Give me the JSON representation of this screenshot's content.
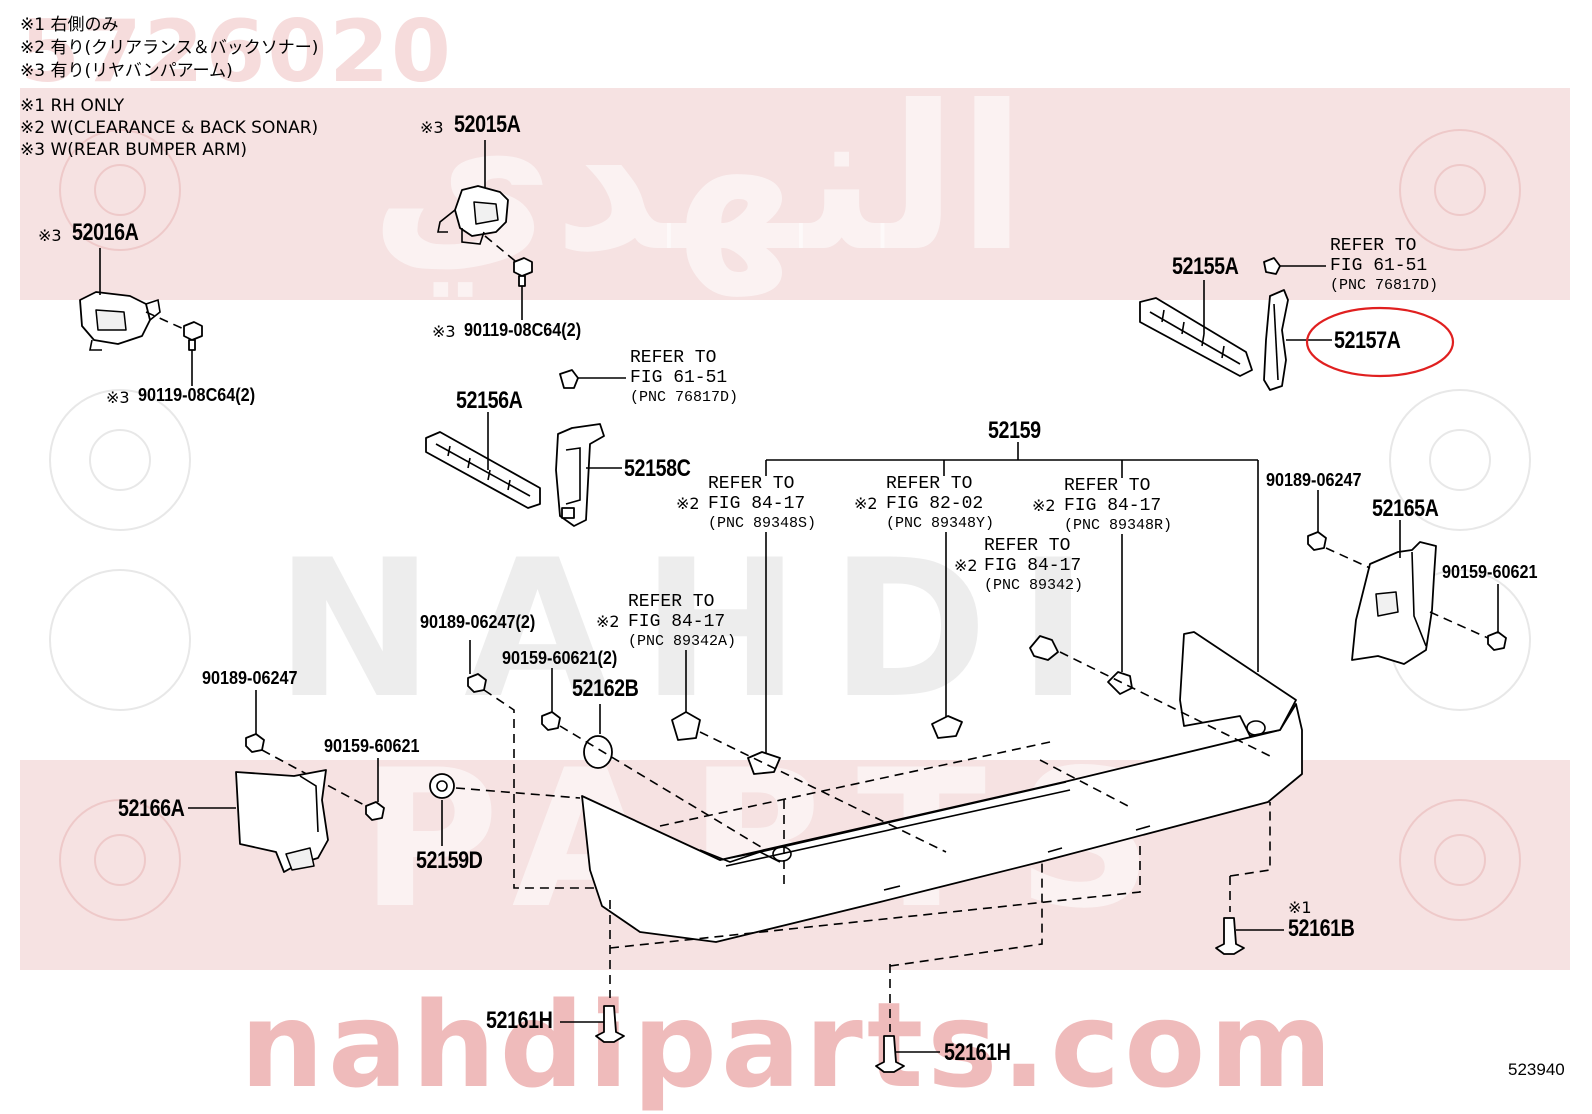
{
  "notes": {
    "jp": [
      "※1 右側のみ",
      "※2 有り(クリアランス＆バックソナー)",
      "※3 有り(リヤバンパアーム)"
    ],
    "en": [
      "※1 RH ONLY",
      "※2 W(CLEARANCE & BACK SONAR)",
      "※3 W(REAR BUMPER ARM)"
    ]
  },
  "watermark": {
    "part_number": "5726020",
    "arabic": "النهدي",
    "latin_1": "NAHDI",
    "latin_2": "PARTS",
    "url": "nahdiparts.com",
    "colors": {
      "band": "#f7e4e4",
      "red_text": "#d63c3c"
    }
  },
  "mark": {
    "m1": "※1",
    "m2": "※2",
    "m3": "※3"
  },
  "parts": {
    "p52015A": "52015A",
    "p52016A": "52016A",
    "p90119_upper": "90119-08C64(2)",
    "p90119_left": "90119-08C64(2)",
    "p52155A": "52155A",
    "p52157A": "52157A",
    "p52156A": "52156A",
    "p52158C": "52158C",
    "p52159": "52159",
    "p90189_right": "90189-06247",
    "p52165A": "52165A",
    "p90159_right": "90159-60621",
    "p90189_2": "90189-06247(2)",
    "p90159_2": "90159-60621(2)",
    "p52162B": "52162B",
    "p90189_left": "90189-06247",
    "p90159_left": "90159-60621",
    "p52166A": "52166A",
    "p52159D": "52159D",
    "p52161B": "52161B",
    "p52161H_left": "52161H",
    "p52161H_bottom": "52161H"
  },
  "refs": {
    "r1": {
      "line1": "REFER TO",
      "line2": "FIG 61-51",
      "line3": "(PNC 76817D)"
    },
    "r2": {
      "line1": "REFER TO",
      "line2": "FIG 61-51",
      "line3": "(PNC 76817D)"
    },
    "r3": {
      "line1": "REFER TO",
      "line2": "FIG 84-17",
      "line3": "(PNC 89348S)"
    },
    "r4": {
      "line1": "REFER TO",
      "line2": "FIG 82-02",
      "line3": "(PNC 89348Y)"
    },
    "r5": {
      "line1": "REFER TO",
      "line2": "FIG 84-17",
      "line3": "(PNC 89348R)"
    },
    "r6": {
      "line1": "REFER TO",
      "line2": "FIG 84-17",
      "line3": "(PNC 89342)"
    },
    "r7": {
      "line1": "REFER TO",
      "line2": "FIG 84-17",
      "line3": "(PNC 89342A)"
    }
  },
  "highlight_color": "#e02020",
  "figure_number": "523940"
}
